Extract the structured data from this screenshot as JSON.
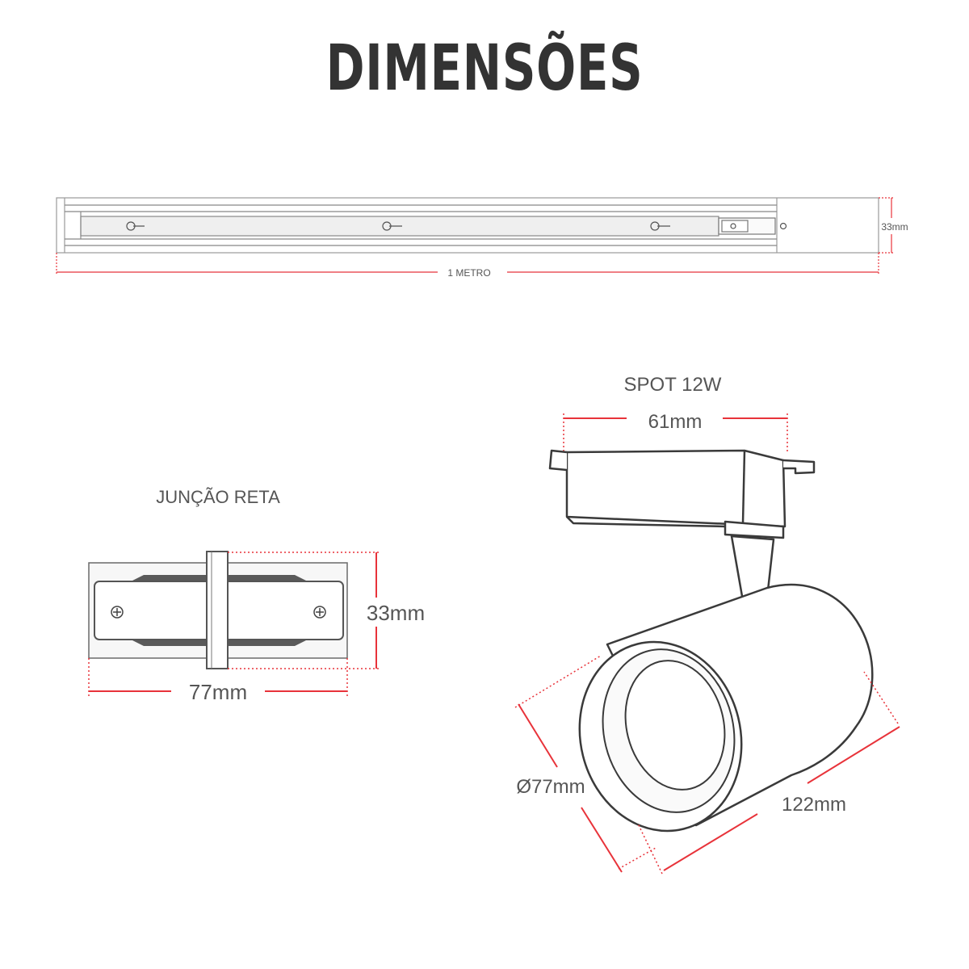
{
  "title": "DIMENSÕES",
  "rail": {
    "length_label": "1 METRO",
    "height_label": "33mm"
  },
  "junction": {
    "name": "JUNÇÃO RETA",
    "height_label": "33mm",
    "width_label": "77mm"
  },
  "spot": {
    "name": "SPOT 12W",
    "width_label": "61mm",
    "diameter_label": "Ø77mm",
    "length_label": "122mm"
  },
  "colors": {
    "dimension_line": "#e8333a",
    "outline": "#3a3a3a",
    "title": "#333333",
    "text": "#555555"
  }
}
